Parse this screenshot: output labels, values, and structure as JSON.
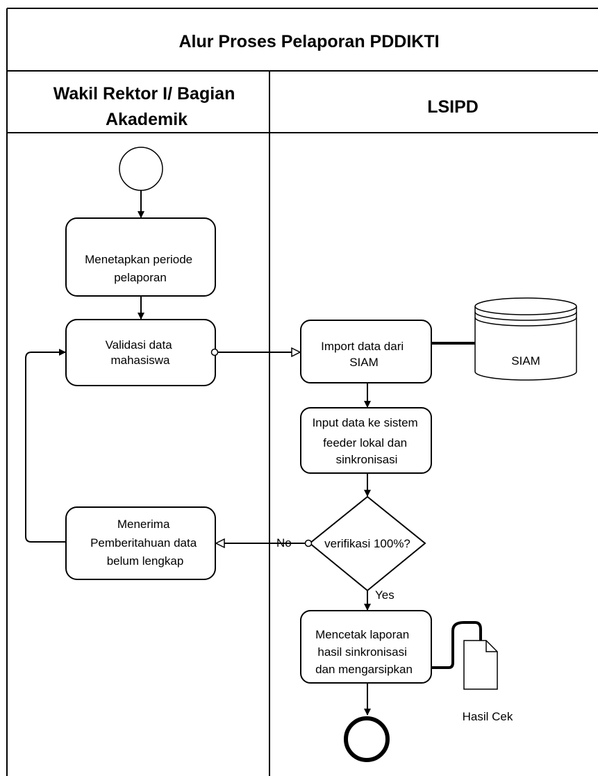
{
  "diagram": {
    "title": "Alur Proses Pelaporan PDDIKTI",
    "lanes": {
      "left": {
        "line1": "Wakil Rektor I/ Bagian",
        "line2": "Akademik"
      },
      "right": {
        "label": "LSIPD"
      }
    },
    "nodes": {
      "menetapkan": {
        "line1": "Menetapkan periode",
        "line2": "pelaporan"
      },
      "validasi": {
        "line1": "Validasi data",
        "line2": "mahasiswa"
      },
      "import": {
        "line1": "Import data dari",
        "line2": "SIAM"
      },
      "siam_db": {
        "label": "SIAM"
      },
      "input": {
        "line1": "Input data ke sistem",
        "line2": "feeder lokal dan",
        "line3": "sinkronisasi"
      },
      "verifikasi": {
        "label": "verifikasi 100%?"
      },
      "menerima": {
        "line1": "Menerima",
        "line2": "Pemberitahuan data",
        "line3": "belum lengkap"
      },
      "mencetak": {
        "line1": "Mencetak laporan",
        "line2": "hasil sinkronisasi",
        "line3": "dan mengarsipkan"
      },
      "hasil_doc": {
        "label": "Hasil Cek"
      }
    },
    "edge_labels": {
      "no": "No",
      "yes": "Yes"
    }
  }
}
